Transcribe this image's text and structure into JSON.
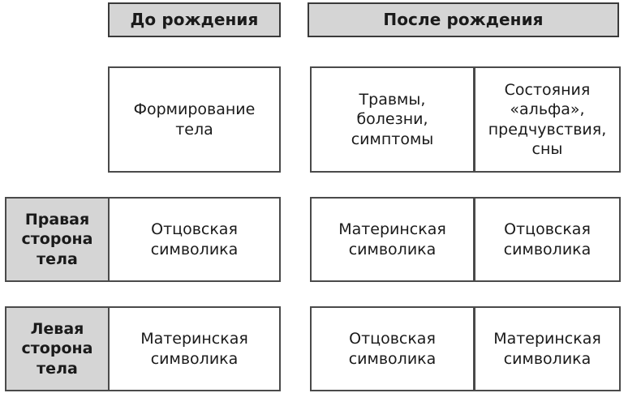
{
  "diagram": {
    "title_visible": false,
    "colors": {
      "header_fill": "#d5d5d5",
      "label_fill": "#d5d5d5",
      "cell_fill": "#ffffff",
      "border": "#4a4a4a",
      "text": "#1a1a1a"
    },
    "headers": [
      {
        "id": "before",
        "label": "До рождения"
      },
      {
        "id": "after",
        "label": "После рождения"
      }
    ],
    "row_labels": [
      {
        "id": "none",
        "label": ""
      },
      {
        "id": "right-side",
        "label": "Правая\nсторона\nтела",
        "line1": "Правая",
        "line2": "сторона",
        "line3": "тела"
      },
      {
        "id": "left-side",
        "label": "Левая\nсторона\nтела",
        "line1": "Левая",
        "line2": "сторона",
        "line3": "тела"
      }
    ],
    "rows": [
      {
        "id": "row-1",
        "label": "",
        "before": {
          "lines": [
            "Формирование",
            "тела"
          ]
        },
        "after_left": {
          "lines": [
            "Травмы,",
            "болезни,",
            "симптомы"
          ]
        },
        "after_right": {
          "lines": [
            "Состояния",
            "«альфа»,",
            "предчувствия,",
            "сны"
          ]
        }
      },
      {
        "id": "row-2",
        "label": "Правая сторона тела",
        "before": {
          "lines": [
            "Отцовская",
            "символика"
          ]
        },
        "after_left": {
          "lines": [
            "Материнская",
            "символика"
          ]
        },
        "after_right": {
          "lines": [
            "Отцовская",
            "символика"
          ]
        }
      },
      {
        "id": "row-3",
        "label": "Левая сторона тела",
        "before": {
          "lines": [
            "Материнская",
            "символика"
          ]
        },
        "after_left": {
          "lines": [
            "Отцовская",
            "символика"
          ]
        },
        "after_right": {
          "lines": [
            "Материнская",
            "символика"
          ]
        }
      }
    ],
    "cells_text": {
      "r1_before": "Формирование\nтела",
      "r1_after_left": "Травмы,\nболезни,\nсимптомы",
      "r1_after_right": "Состояния\n«альфа»,\nпредчувствия,\nсны",
      "r2_label": "Правая\nсторона\nтела",
      "r2_before": "Отцовская\nсимволика",
      "r2_after_left": "Материнская\nсимволика",
      "r2_after_right": "Отцовская\nсимволика",
      "r3_label": "Левая\nсторона\nтела",
      "r3_before": "Материнская\nсимволика",
      "r3_after_left": "Отцовская\nсимволика",
      "r3_after_right": "Материнская\nсимволика"
    }
  }
}
